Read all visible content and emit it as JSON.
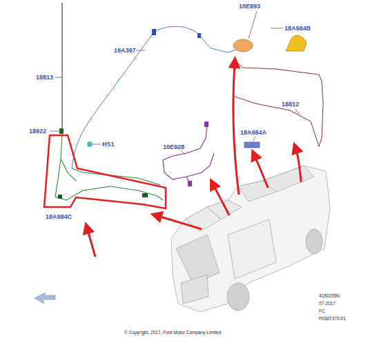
{
  "diagram": {
    "labels": [
      "18813",
      "19A397",
      "10E893",
      "18A984B",
      "18812",
      "18922",
      "HS1",
      "10E928",
      "18A984A",
      "18A984C",
      "© Copyright, 2017, Ford Motor Company Limited",
      "4150205N",
      "07-2017",
      "FC",
      "F036T372-01"
    ]
  }
}
